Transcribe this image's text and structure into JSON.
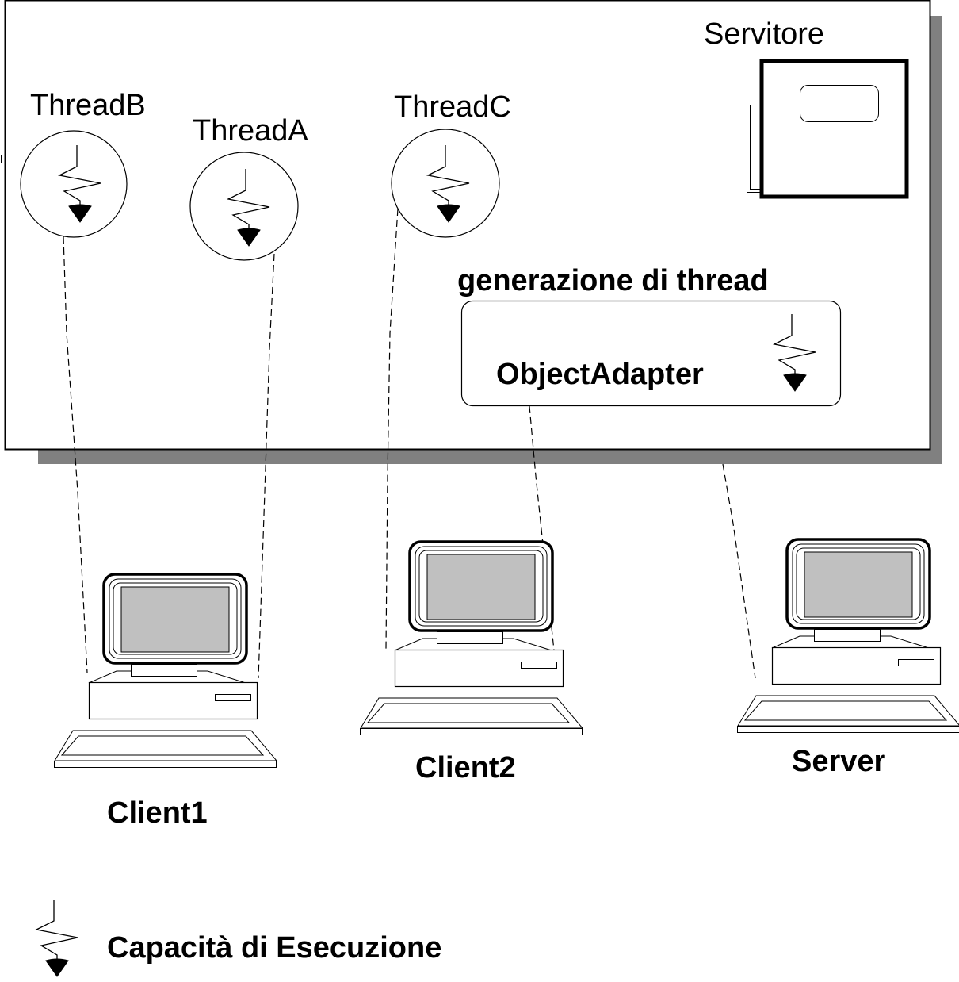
{
  "diagram": {
    "title": "",
    "colors": {
      "stroke": "#000000",
      "shadow": "#808080",
      "screen": "#c0c0c0",
      "background": "#ffffff"
    },
    "servant_label": "Servitore",
    "thread_generation_label": "generazione di thread",
    "object_adapter_label": "ObjectAdapter",
    "threads": [
      {
        "id": "B",
        "label": "ThreadB",
        "connected_to": "Client1"
      },
      {
        "id": "A",
        "label": "ThreadA",
        "connected_to": "Client1"
      },
      {
        "id": "C",
        "label": "ThreadC",
        "connected_to": "Client2"
      }
    ],
    "machines": [
      {
        "id": "client1",
        "label": "Client1"
      },
      {
        "id": "client2",
        "label": "Client2"
      },
      {
        "id": "server",
        "label": "Server"
      }
    ],
    "connections": [
      {
        "from": "ThreadB",
        "to": "Client1"
      },
      {
        "from": "ThreadA",
        "to": "Client1"
      },
      {
        "from": "ThreadC",
        "to": "Client2"
      },
      {
        "from": "ObjectAdapter",
        "to": "Client2"
      },
      {
        "from": "Server process",
        "to": "Server"
      }
    ],
    "legend": {
      "icon": "execution-capacity-icon",
      "label": "Capacità di Esecuzione"
    }
  }
}
